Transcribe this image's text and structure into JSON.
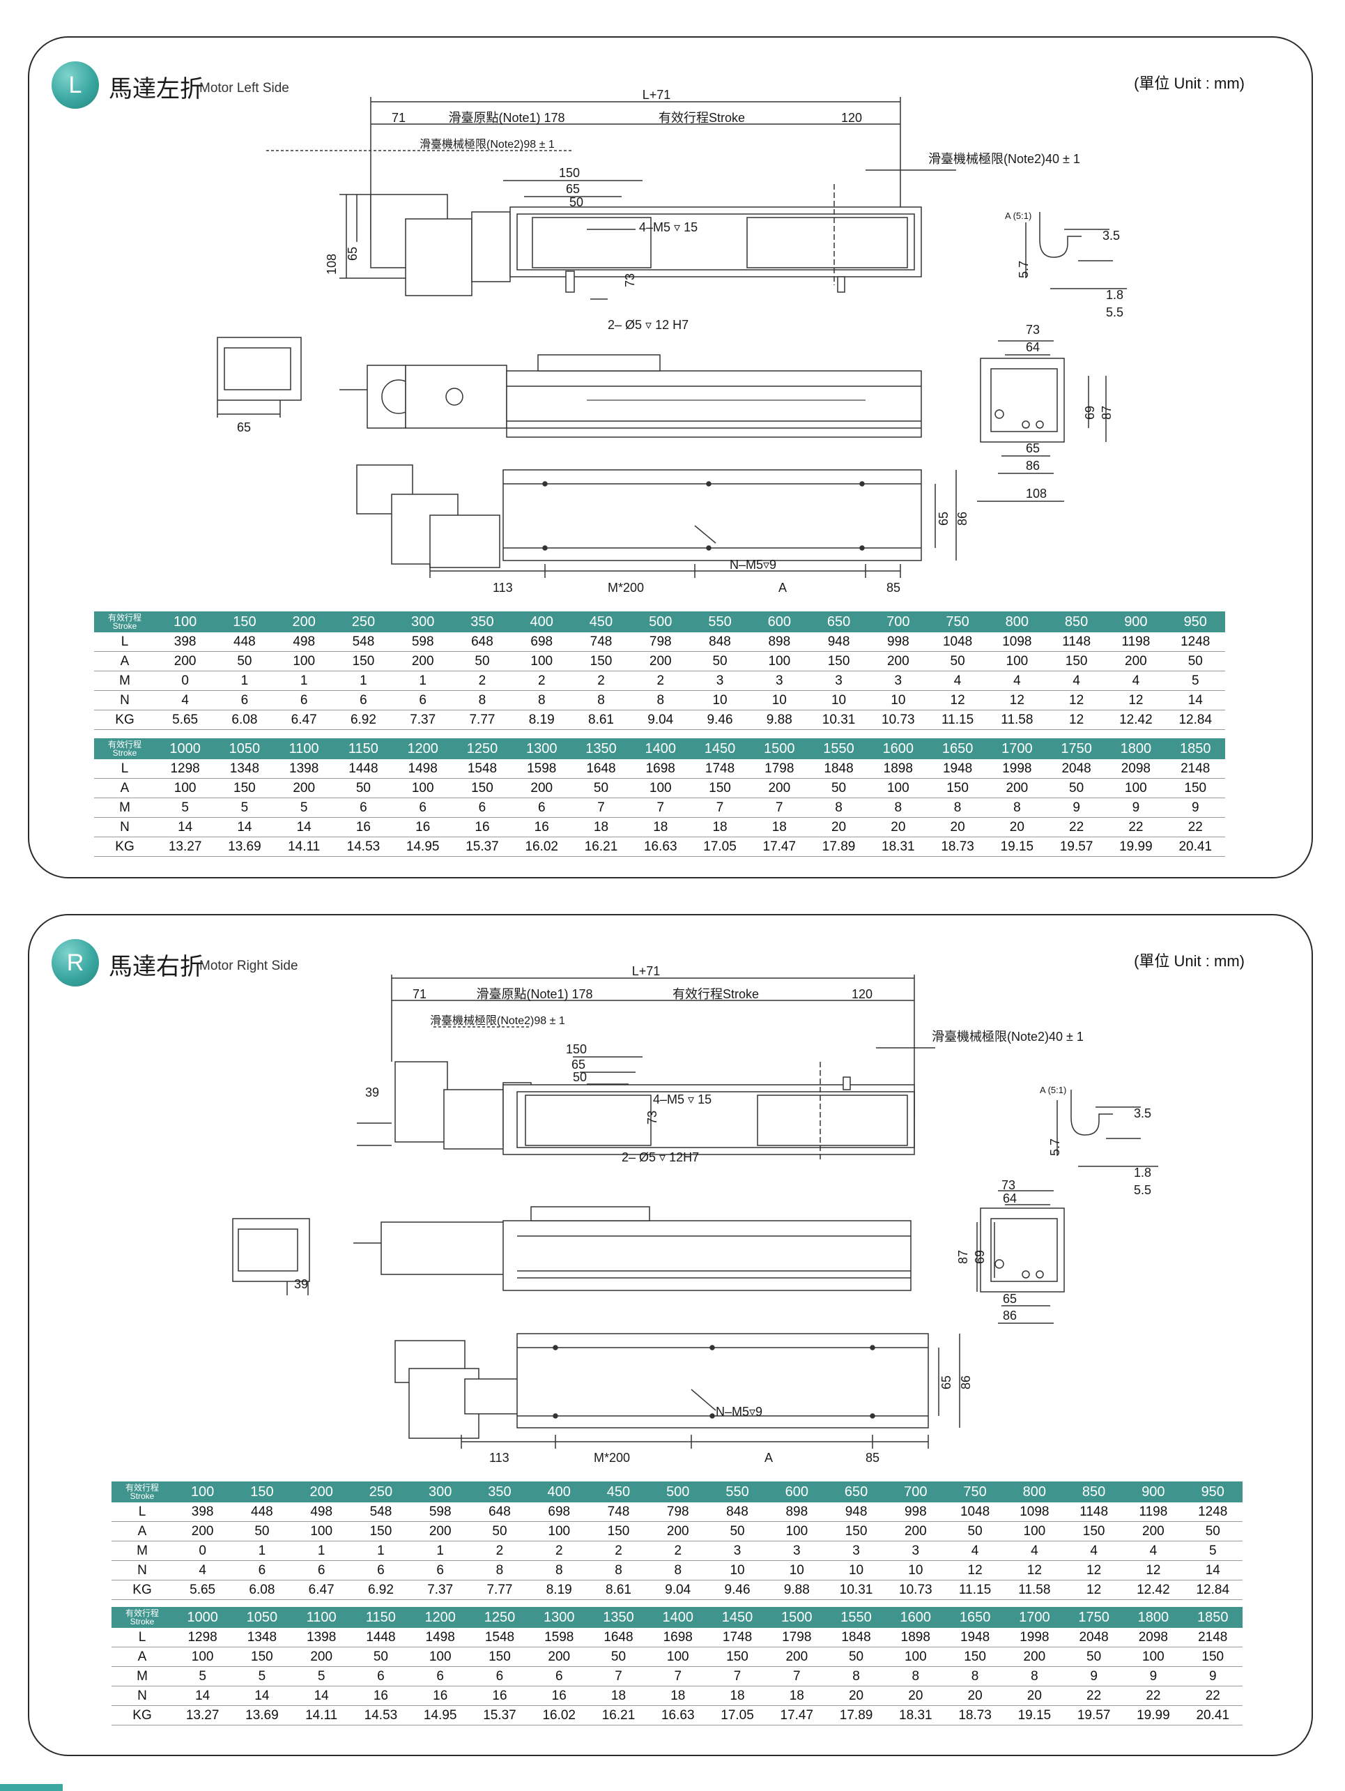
{
  "unit_label": "(單位 Unit : mm)",
  "left_side": {
    "badge": "L",
    "title_cn": "馬達左折",
    "title_en": "Motor Left Side",
    "dims": {
      "total": "L+71",
      "d71": "71",
      "origin": "滑臺原點(Note1) 178",
      "stroke": "有效行程Stroke",
      "d120": "120",
      "limit_left": "滑臺機械極限(Note2)98 ± 1",
      "limit_right": "滑臺機械極限(Note2)40 ± 1",
      "d150": "150",
      "d65": "65",
      "d50": "50",
      "tap": "4–M5 ▿ 15",
      "hole": "2– Ø5 ▿ 12 H7",
      "d108": "108",
      "d73": "73",
      "detail": "A (5:1)",
      "d3_5": "3.5",
      "d5_7": "5.7",
      "d1_8": "1.8",
      "d5_5": "5.5",
      "d64": "64",
      "d69": "69",
      "d87": "87",
      "d86": "86",
      "d113": "113",
      "m200": "M*200",
      "a": "A",
      "d85": "85",
      "nm5": "N–M5▿9"
    }
  },
  "right_side": {
    "badge": "R",
    "title_cn": "馬達右折",
    "title_en": "Motor Right Side",
    "dims": {
      "total": "L+71",
      "d71": "71",
      "origin": "滑臺原點(Note1) 178",
      "stroke": "有效行程Stroke",
      "d120": "120",
      "limit_left": "滑臺機械極限(Note2)98 ± 1",
      "limit_right": "滑臺機械極限(Note2)40  ± 1",
      "d150": "150",
      "d65": "65",
      "d50": "50",
      "tap": "4–M5 ▿ 15",
      "hole": "2– Ø5 ▿ 12H7",
      "d39": "39",
      "d73": "73",
      "detail": "A (5:1)",
      "d3_5": "3.5",
      "d5_7": "5.7",
      "d1_8": "1.8",
      "d5_5": "5.5",
      "d64": "64",
      "d69": "69",
      "d87": "87",
      "d86": "86",
      "d113": "113",
      "m200": "M*200",
      "a": "A",
      "d85": "85",
      "nm5": "N–M5▿9"
    }
  },
  "table": {
    "header_cn": "有效行程",
    "header_en": "Stroke",
    "row_labels": [
      "L",
      "A",
      "M",
      "N",
      "KG"
    ],
    "part1": {
      "strokes": [
        "100",
        "150",
        "200",
        "250",
        "300",
        "350",
        "400",
        "450",
        "500",
        "550",
        "600",
        "650",
        "700",
        "750",
        "800",
        "850",
        "900",
        "950"
      ],
      "L": [
        "398",
        "448",
        "498",
        "548",
        "598",
        "648",
        "698",
        "748",
        "798",
        "848",
        "898",
        "948",
        "998",
        "1048",
        "1098",
        "1148",
        "1198",
        "1248"
      ],
      "A": [
        "200",
        "50",
        "100",
        "150",
        "200",
        "50",
        "100",
        "150",
        "200",
        "50",
        "100",
        "150",
        "200",
        "50",
        "100",
        "150",
        "200",
        "50"
      ],
      "M": [
        "0",
        "1",
        "1",
        "1",
        "1",
        "2",
        "2",
        "2",
        "2",
        "3",
        "3",
        "3",
        "3",
        "4",
        "4",
        "4",
        "4",
        "5"
      ],
      "N": [
        "4",
        "6",
        "6",
        "6",
        "6",
        "8",
        "8",
        "8",
        "8",
        "10",
        "10",
        "10",
        "10",
        "12",
        "12",
        "12",
        "12",
        "14"
      ],
      "KG": [
        "5.65",
        "6.08",
        "6.47",
        "6.92",
        "7.37",
        "7.77",
        "8.19",
        "8.61",
        "9.04",
        "9.46",
        "9.88",
        "10.31",
        "10.73",
        "11.15",
        "11.58",
        "12",
        "12.42",
        "12.84"
      ]
    },
    "part2": {
      "strokes": [
        "1000",
        "1050",
        "1100",
        "1150",
        "1200",
        "1250",
        "1300",
        "1350",
        "1400",
        "1450",
        "1500",
        "1550",
        "1600",
        "1650",
        "1700",
        "1750",
        "1800",
        "1850"
      ],
      "L": [
        "1298",
        "1348",
        "1398",
        "1448",
        "1498",
        "1548",
        "1598",
        "1648",
        "1698",
        "1748",
        "1798",
        "1848",
        "1898",
        "1948",
        "1998",
        "2048",
        "2098",
        "2148"
      ],
      "A": [
        "100",
        "150",
        "200",
        "50",
        "100",
        "150",
        "200",
        "50",
        "100",
        "150",
        "200",
        "50",
        "100",
        "150",
        "200",
        "50",
        "100",
        "150"
      ],
      "M": [
        "5",
        "5",
        "5",
        "6",
        "6",
        "6",
        "6",
        "7",
        "7",
        "7",
        "7",
        "8",
        "8",
        "8",
        "8",
        "9",
        "9",
        "9"
      ],
      "N": [
        "14",
        "14",
        "14",
        "16",
        "16",
        "16",
        "16",
        "18",
        "18",
        "18",
        "18",
        "20",
        "20",
        "20",
        "20",
        "22",
        "22",
        "22"
      ],
      "KG": [
        "13.27",
        "13.69",
        "14.11",
        "14.53",
        "14.95",
        "15.37",
        "16.02",
        "16.21",
        "16.63",
        "17.05",
        "17.47",
        "17.89",
        "18.31",
        "18.73",
        "19.15",
        "19.57",
        "19.99",
        "20.41"
      ]
    }
  },
  "colors": {
    "accent": "#3f958d",
    "badge": "#3aa7a0"
  }
}
